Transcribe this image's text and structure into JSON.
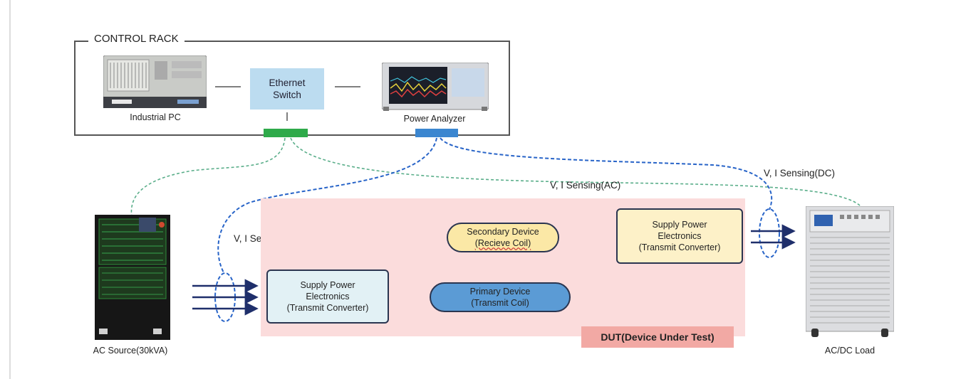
{
  "control_rack": {
    "title": "CONTROL RACK",
    "industrial_pc_label": "Industrial PC",
    "ethernet_switch_label_line1": "Ethernet",
    "ethernet_switch_label_line2": "Switch",
    "power_analyzer_label": "Power Analyzer"
  },
  "equipment": {
    "ac_source_label": "AC Source(30kVA)",
    "ac_dc_load_label": "AC/DC Load"
  },
  "sensing_labels": {
    "left_ac": "V, I Sensing(AC)",
    "middle_ac": "V, I Sensing(AC)",
    "dc": "V, I Sensing(DC)"
  },
  "dut": {
    "label": "DUT(Device Under Test)",
    "supply_left": {
      "line1": "Supply Power",
      "line2": "Electronics",
      "line3": "(Transmit Converter)"
    },
    "primary": {
      "line1": "Primary Device",
      "line2": "(Transmit Coil)"
    },
    "secondary": {
      "line1": "Secondary Device",
      "line2": "(Recieve Coil)"
    },
    "supply_right": {
      "line1": "Supply Power",
      "line2": "Electronics",
      "line3": "(Transmit Converter)"
    }
  },
  "colors": {
    "dut_background": "#fbdcdc",
    "dut_label_background": "#f2a9a4",
    "supply_box": "#e2f1f5",
    "primary_pill": "#5b9bd5",
    "secondary_pill": "#fbe8a6",
    "supply_right_box": "#fdf1c8",
    "green_connector": "#2eaa4a",
    "blue_connector": "#3b86d0",
    "green_dashed": "#5aae8a",
    "blue_dashed": "#2864c8",
    "arrow": "#1f2f6b"
  }
}
